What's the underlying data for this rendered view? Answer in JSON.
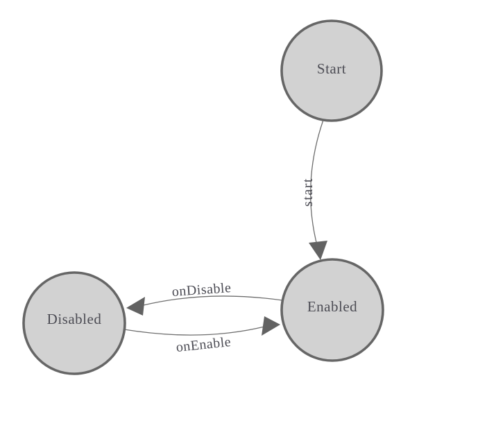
{
  "diagram": {
    "type": "state-machine",
    "background_color": "#ffffff",
    "node_fill_color": "#d2d2d2",
    "node_stroke_color": "#666666",
    "edge_line_color": "#6e6e6e",
    "arrowhead_color": "#626262",
    "label_color": "#4c4c54",
    "nodes": [
      {
        "id": "start",
        "label": "Start"
      },
      {
        "id": "enabled",
        "label": "Enabled"
      },
      {
        "id": "disabled",
        "label": "Disabled"
      }
    ],
    "edges": [
      {
        "id": "start-to-enabled",
        "from": "Start",
        "to": "Enabled",
        "label": "start"
      },
      {
        "id": "enabled-to-disabled",
        "from": "Enabled",
        "to": "Disabled",
        "label": "onDisable"
      },
      {
        "id": "disabled-to-enabled",
        "from": "Disabled",
        "to": "Enabled",
        "label": "onEnable"
      }
    ]
  }
}
